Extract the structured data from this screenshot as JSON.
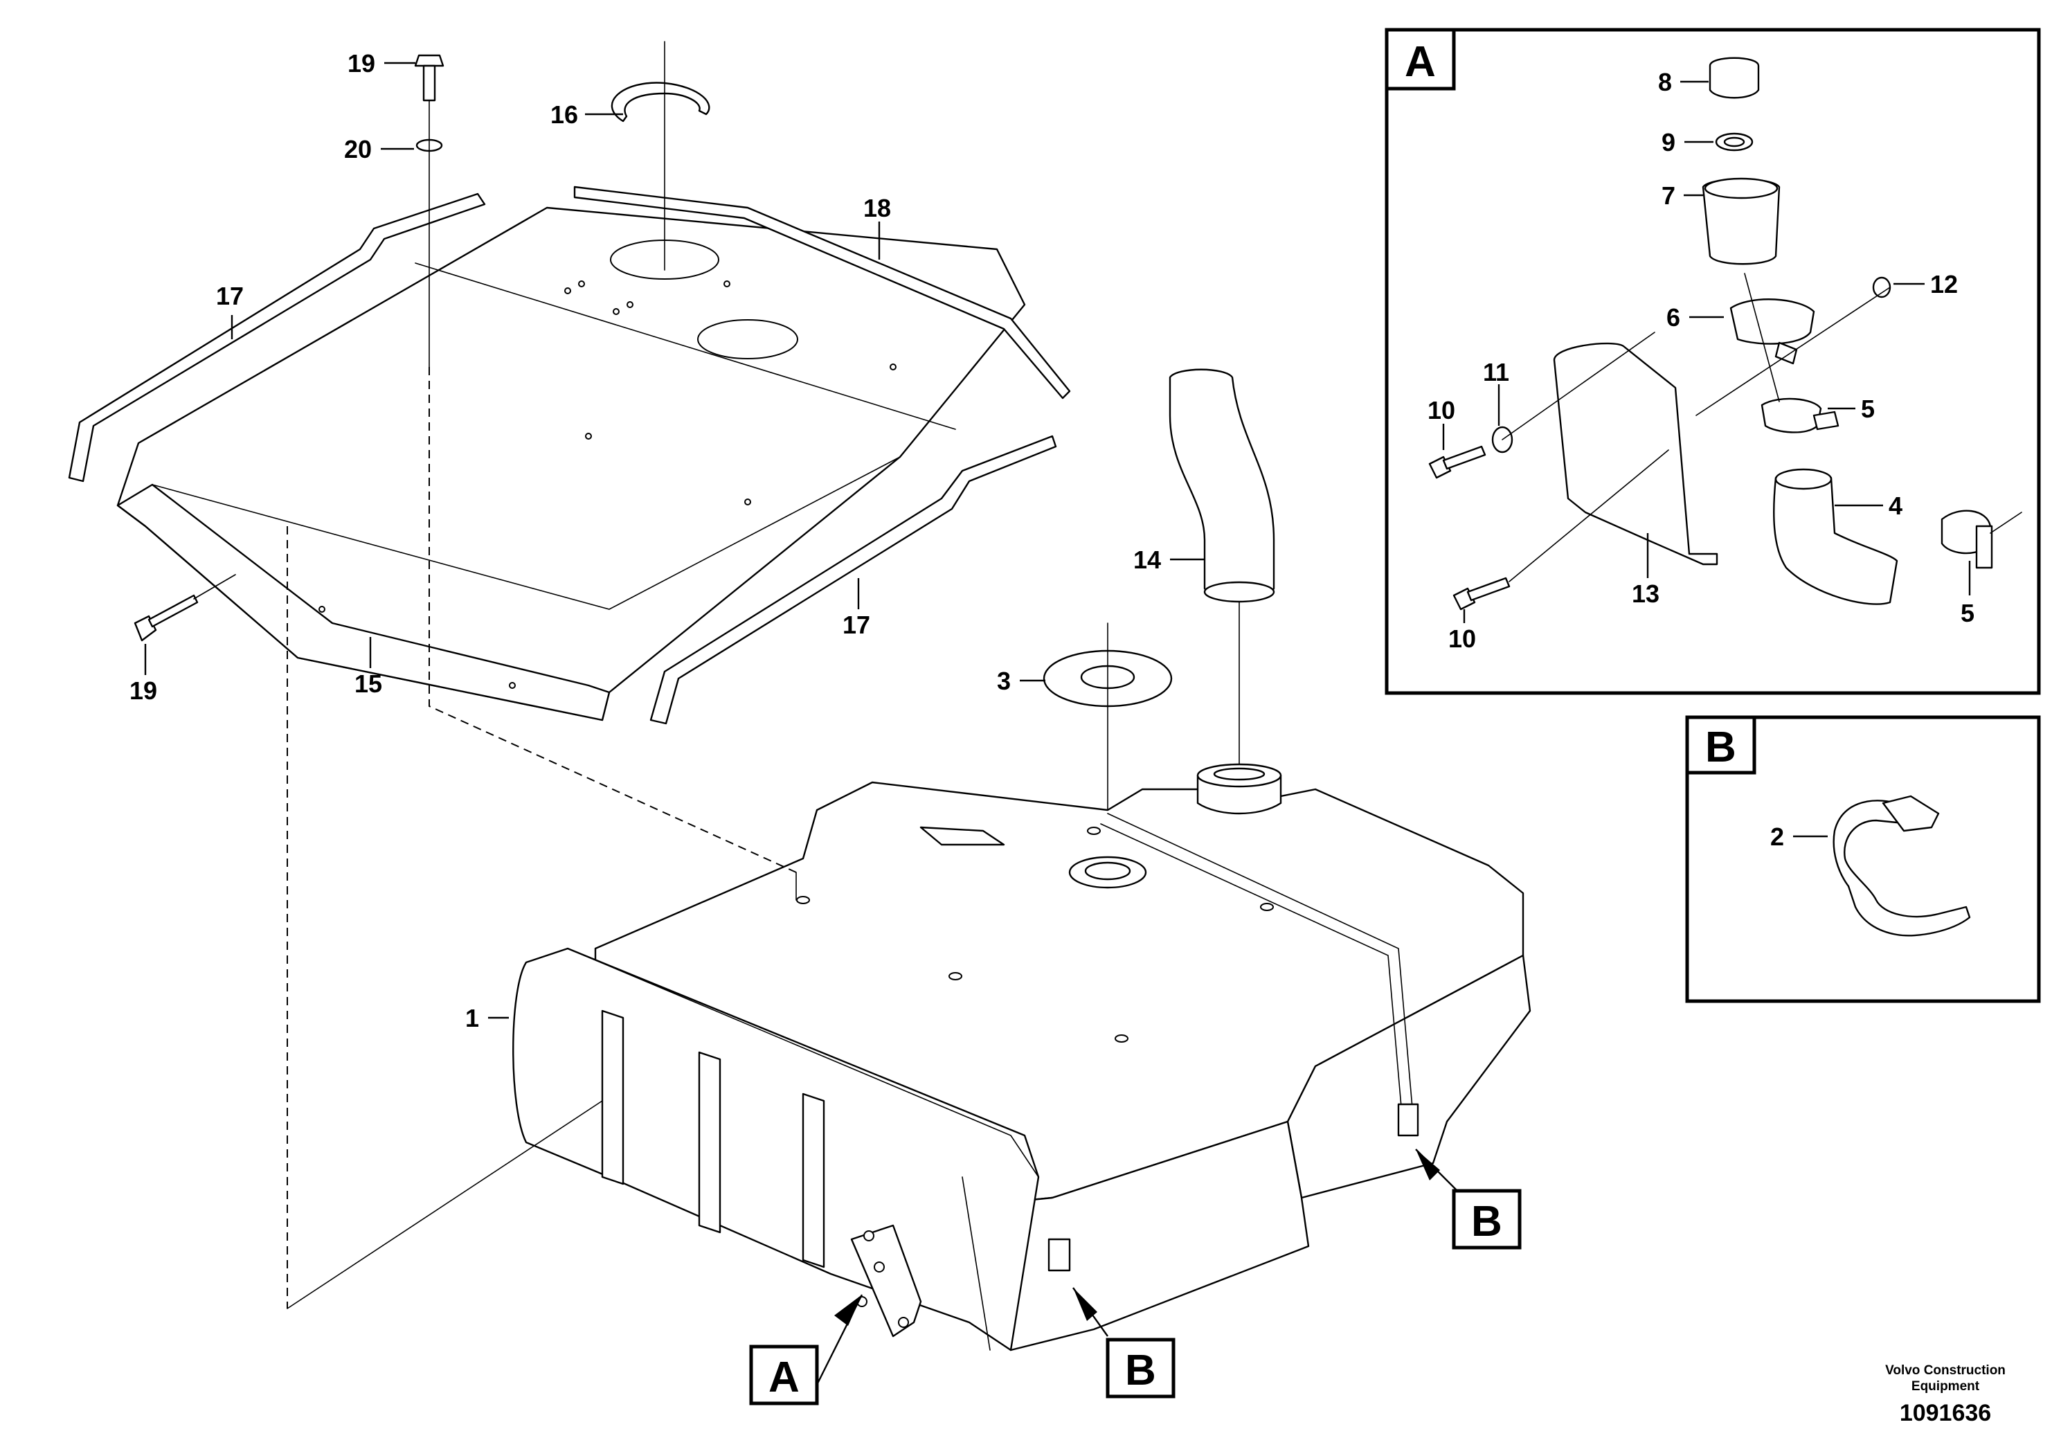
{
  "callouts": {
    "c1": "1",
    "c2": "2",
    "c3": "3",
    "c4": "4",
    "c5a": "5",
    "c5b": "5",
    "c6": "6",
    "c7": "7",
    "c8": "8",
    "c9": "9",
    "c10a": "10",
    "c10b": "10",
    "c11": "11",
    "c12": "12",
    "c13": "13",
    "c14": "14",
    "c15": "15",
    "c16": "16",
    "c17a": "17",
    "c17b": "17",
    "c18": "18",
    "c19a": "19",
    "c19b": "19",
    "c20": "20"
  },
  "detail_refs": {
    "box_a_title": "A",
    "box_b_title": "B",
    "tag_a": "A",
    "tag_b_front": "B",
    "tag_b_side": "B"
  },
  "credit": {
    "line1": "Volvo Construction",
    "line2": "Equipment",
    "doc_number": "1091636"
  }
}
